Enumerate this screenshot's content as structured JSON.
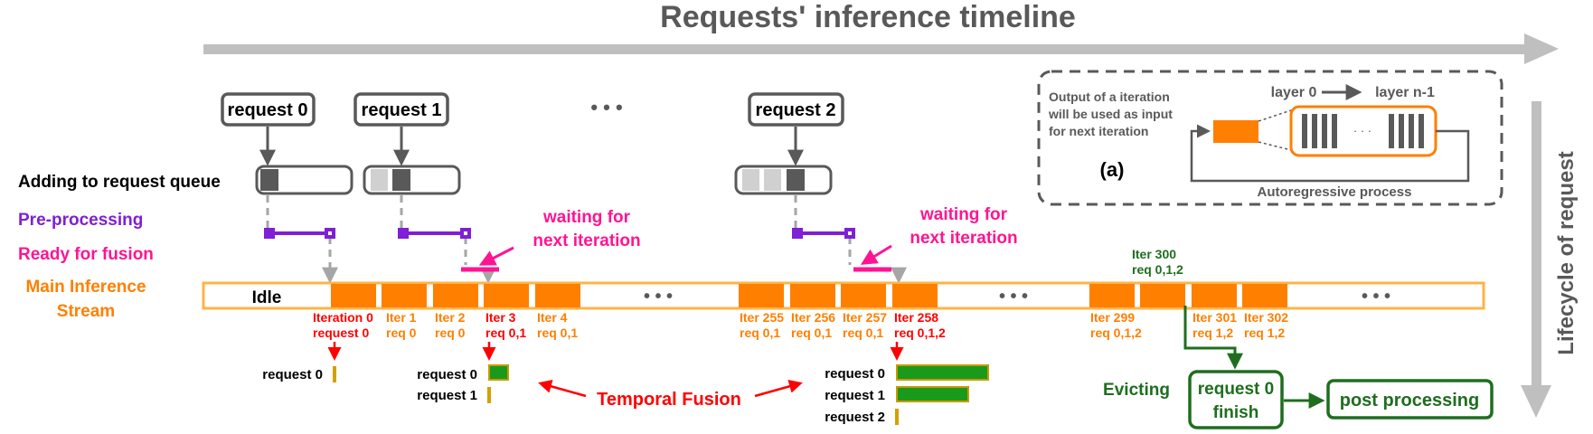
{
  "title": "Requests' inference timeline",
  "side_label": "Lifecycle of request",
  "row_labels": {
    "queue": "Adding to request queue",
    "preprocessing": "Pre-processing",
    "ready": "Ready for fusion",
    "main_stream": [
      "Main Inference",
      "Stream"
    ]
  },
  "requests": [
    "request 0",
    "request 1",
    "request 2"
  ],
  "ellipsis": "• • •",
  "idle": "Idle",
  "waiting": [
    "waiting for",
    "next iteration"
  ],
  "iterations": [
    {
      "top": "Iteration 0",
      "bottom": "request 0"
    },
    {
      "top": "Iter 1",
      "bottom": "req 0"
    },
    {
      "top": "Iter 2",
      "bottom": "req 0"
    },
    {
      "top": "Iter 3",
      "bottom": "req 0,1"
    },
    {
      "top": "Iter 4",
      "bottom": "req 0,1"
    },
    {
      "top": "Iter 255",
      "bottom": "req 0,1"
    },
    {
      "top": "Iter 256",
      "bottom": "req 0,1"
    },
    {
      "top": "Iter 257",
      "bottom": "req 0,1"
    },
    {
      "top": "Iter 258",
      "bottom": "req 0,1,2"
    },
    {
      "top": "Iter 299",
      "bottom": "req 0,1,2"
    },
    {
      "top": "Iter 300",
      "bottom": "req 0,1,2"
    },
    {
      "top": "Iter 301",
      "bottom": "req 1,2"
    },
    {
      "top": "Iter 302",
      "bottom": "req 1,2"
    }
  ],
  "temporal_fusion": "Temporal Fusion",
  "evicting": "Evicting",
  "finish_box": [
    "request 0",
    "finish"
  ],
  "post_processing": "post processing",
  "inset": {
    "note": [
      "Output of a iteration",
      "will be used as input",
      "for next iteration"
    ],
    "layer_start": "layer 0",
    "layer_end": "layer n-1",
    "dots": "· · ·",
    "label": "(a)",
    "caption": "Autoregressive process"
  },
  "colors": {
    "gray": "#595959",
    "arrow_gray": "#bfbfbf",
    "orange": "#ff7f00",
    "purple": "#7f1fd6",
    "pink": "#ff1493",
    "red": "#ff0000",
    "dark_green": "#1e6e1e",
    "green_fill": "#1a9a1a",
    "bar_border": "#c89a00"
  }
}
